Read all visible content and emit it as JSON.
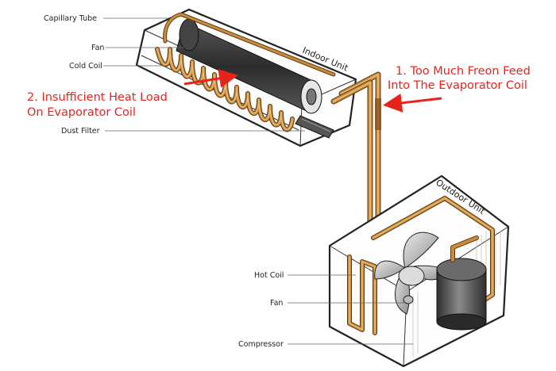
{
  "indoor": {
    "title": "Indoor Unit",
    "labels": {
      "capillary_tube": "Capillary Tube",
      "fan": "Fan",
      "cold_coil": "Cold Coil",
      "dust_filter": "Dust Filter"
    }
  },
  "outdoor": {
    "title": "Outdoor Unit",
    "labels": {
      "hot_coil": "Hot Coil",
      "fan": "Fan",
      "compressor": "Compressor"
    }
  },
  "callouts": {
    "c1_line1": "1. Too Much Freon Feed",
    "c1_line2": "Into The Evaporator Coil",
    "c2_line1": "2. Insufficient Heat Load",
    "c2_line2": "On Evaporator Coil"
  },
  "colors": {
    "callout": "#e8231c",
    "copper_pipe": "#c98b3c",
    "copper_highlight": "#f0c07e",
    "pipe_outline": "#5a3a10",
    "fan_body": "#3a3a3a",
    "compressor": "#4a4a4a"
  }
}
